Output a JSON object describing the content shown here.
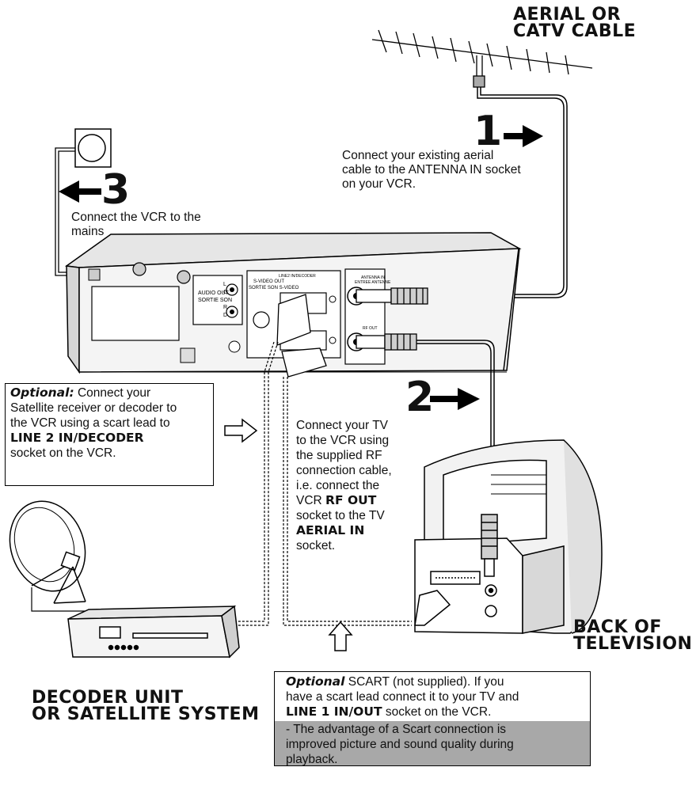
{
  "labels": {
    "aerial_line1": "AERIAL OR",
    "aerial_line2": "CATV CABLE",
    "decoder_line1": "DECODER UNIT",
    "decoder_line2": "OR SATELLITE SYSTEM",
    "tv_line1": "BACK OF",
    "tv_line2": "TELEVISION"
  },
  "steps": {
    "step1": {
      "number": "1",
      "text": [
        "Connect your existing aerial",
        "cable to the ANTENNA IN socket",
        "on your VCR."
      ]
    },
    "step2": {
      "number": "2",
      "lines": [
        "Connect your TV",
        "to the VCR using",
        "the supplied RF",
        "connection cable,",
        "i.e. connect the"
      ],
      "vcr_prefix": "VCR ",
      "rf_out": "RF OUT",
      "socket_to": "socket to the TV",
      "aerial_in": "AERIAL IN",
      "end": "socket."
    },
    "step3": {
      "number": "3",
      "text": [
        "Connect the VCR to the",
        "mains"
      ]
    }
  },
  "optional_satellite": {
    "heading": "Optional:",
    "line1_rest": " Connect your",
    "line2": "Satellite receiver or decoder to",
    "line3": "the VCR using a scart lead to",
    "socket_name": "LINE 2 IN/DECODER",
    "line5": "socket on the VCR."
  },
  "optional_scart": {
    "heading": "Optional",
    "line1_rest": " SCART (not supplied). If you",
    "line2": "have a scart lead connect it to your TV and",
    "socket_name": "LINE 1 IN/OUT",
    "line3_rest": " socket on the VCR.",
    "advantage": [
      "- The advantage of a Scart connection is",
      "improved picture and sound quality during",
      "playback."
    ]
  },
  "vcr_panel": {
    "audio_out": "AUDIO OUT",
    "sortie_son": "SORTIE SON",
    "left_channel": "L",
    "gauche": "G",
    "right_channel": "R",
    "droite": "D",
    "svideo_out": "S-VIDEO OUT",
    "sortie_svideo": "SORTIE SON S-VIDEO",
    "line_decoder_label": "LINE2 IN/DECODER",
    "antenna_in": "ANTENNA IN",
    "entree_antenne": "ENTREE ANTENNE",
    "rf_out_small": "RF OUT"
  },
  "colors": {
    "shaded_box": "#a8a8a8",
    "vcr_top": "#e6e6e6",
    "vcr_back": "#f4f4f4",
    "line": "#000000"
  }
}
